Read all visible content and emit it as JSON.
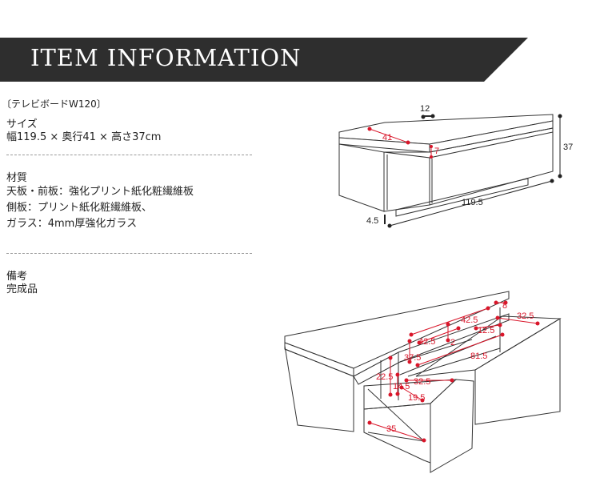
{
  "banner": {
    "title": "ITEM INFORMATION"
  },
  "product": {
    "name": "〔テレビボードW120〕"
  },
  "size": {
    "label": "サイズ",
    "value": "幅119.5 × 奥行41 × 高さ37cm"
  },
  "material": {
    "label": "材質",
    "lines": [
      "天板・前板：強化プリント紙化粧繊維板",
      "側板：プリント紙化粧繊維板、",
      "ガラス：4mm厚強化ガラス"
    ]
  },
  "notes": {
    "label": "備考",
    "value": "完成品"
  },
  "diagram_top": {
    "dims": {
      "w12": "12",
      "d41": "41",
      "h37": "37",
      "drawer7": "7",
      "width": "119.5",
      "leg": "4.5"
    }
  },
  "diagram_bottom": {
    "dims": {
      "d8": "8",
      "d42_5a": "42.5",
      "d32_5a": "32.5",
      "d12_5": "12.5",
      "d42_5b": "42.5",
      "d2": "2",
      "d37_5": "37.5",
      "d81_5": "81.5",
      "d22_5": "22.5",
      "d14_5": "14.5",
      "d32_5b": "32.5",
      "d19_5": "19.5",
      "d35": "35"
    }
  },
  "colors": {
    "banner": "#2e2e2e",
    "dimension_red": "#d9162a",
    "line": "#333333"
  }
}
